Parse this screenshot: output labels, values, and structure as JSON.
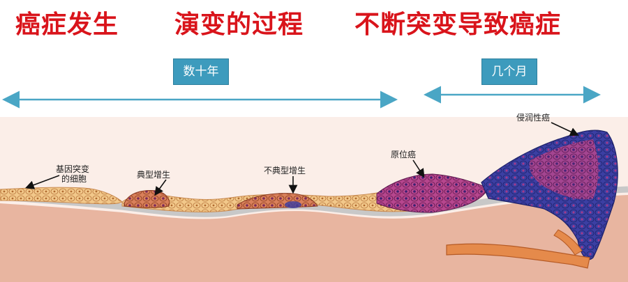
{
  "title": {
    "part1": "癌症发生",
    "part2": "演变的过程",
    "part3": "不断突变导致癌症"
  },
  "timeline": {
    "long_period": "数十年",
    "short_period": "几个月"
  },
  "stages": {
    "mutated_cell_line1": "基因突变",
    "mutated_cell_line2": "的细胞",
    "hyperplasia": "典型增生",
    "atypical_hyperplasia": "不典型增生",
    "in_situ": "原位癌",
    "invasive": "侵润性癌"
  },
  "colors": {
    "title": "#d9141b",
    "badge": "#3d9bbd",
    "arrow": "#4aa6c5",
    "tissue": "#e8b5a0",
    "cells": "#f2c88a",
    "dysplasia": "#c65e9a",
    "cancer": "#3b3fa3",
    "vessel": "#e58a4b"
  }
}
